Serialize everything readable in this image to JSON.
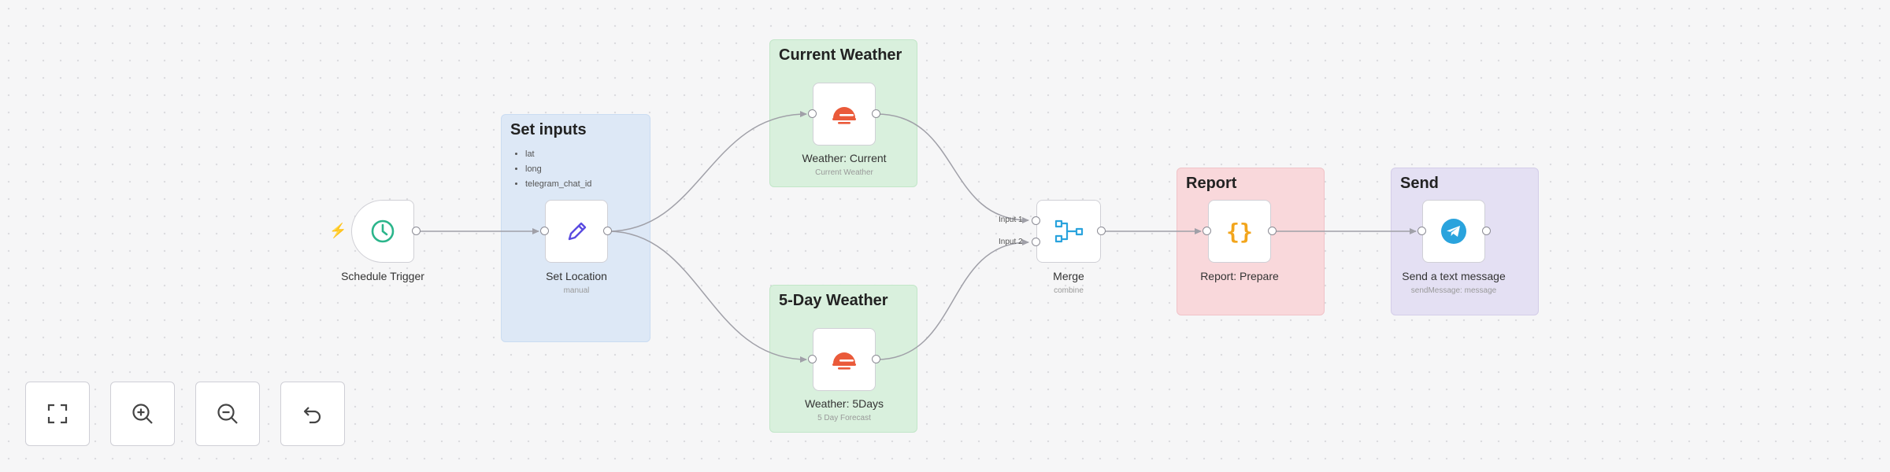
{
  "stickies": {
    "set_inputs": {
      "title": "Set inputs",
      "items": [
        "lat",
        "long",
        "telegram_chat_id"
      ]
    },
    "current_weather": {
      "title": "Current Weather"
    },
    "five_day_weather": {
      "title": "5-Day Weather"
    },
    "report": {
      "title": "Report"
    },
    "send": {
      "title": "Send"
    }
  },
  "nodes": {
    "schedule_trigger": {
      "name": "Schedule Trigger",
      "icon": "clock-icon"
    },
    "set_location": {
      "name": "Set Location",
      "subtitle": "manual",
      "icon": "pencil-icon"
    },
    "weather_current": {
      "name": "Weather: Current",
      "subtitle": "Current Weather",
      "icon": "weather-app-icon"
    },
    "weather_5days": {
      "name": "Weather: 5Days",
      "subtitle": "5 Day Forecast",
      "icon": "weather-app-icon"
    },
    "merge": {
      "name": "Merge",
      "subtitle": "combine",
      "input1": "Input 1",
      "input2": "Input 2",
      "icon": "merge-icon"
    },
    "report_prepare": {
      "name": "Report: Prepare",
      "icon": "code-braces-icon"
    },
    "send_message": {
      "name": "Send a text message",
      "subtitle": "sendMessage: message",
      "icon": "telegram-icon"
    }
  },
  "controls": [
    "fit-view-icon",
    "zoom-in-icon",
    "zoom-out-icon",
    "reset-icon"
  ],
  "colors": {
    "accent_trigger": "#2bb58b",
    "accent_set": "#5a4be0",
    "accent_weather": "#ea5a3a",
    "accent_code": "#f2a51c",
    "accent_telegram": "#2aa3dd",
    "bolt": "#ef5a4c"
  }
}
